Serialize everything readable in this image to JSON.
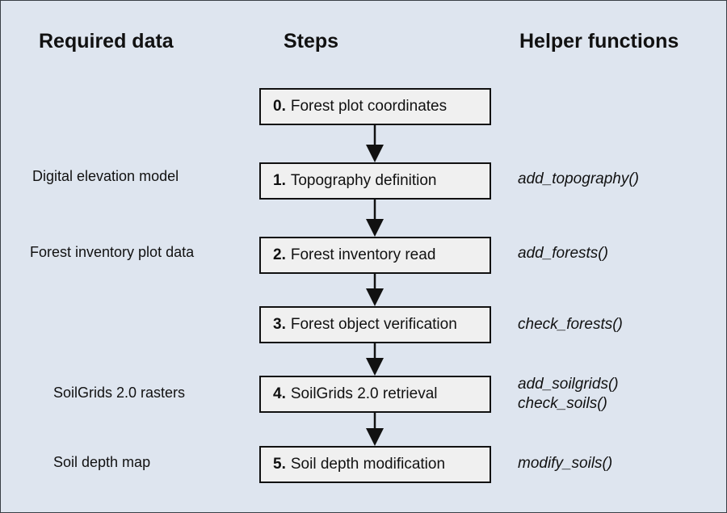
{
  "headers": {
    "required_data": "Required data",
    "steps": "Steps",
    "helper_functions": "Helper functions"
  },
  "steps": [
    {
      "num": "0.",
      "label": "Forest plot coordinates"
    },
    {
      "num": "1.",
      "label": "Topography definition"
    },
    {
      "num": "2.",
      "label": "Forest inventory read"
    },
    {
      "num": "3.",
      "label": "Forest object verification"
    },
    {
      "num": "4.",
      "label": "SoilGrids 2.0 retrieval"
    },
    {
      "num": "5.",
      "label": "Soil depth modification"
    }
  ],
  "required_data": [
    "Digital elevation model",
    "Forest inventory plot data",
    "SoilGrids 2.0 rasters",
    "Soil depth map"
  ],
  "helpers": [
    "add_topography()",
    "add_forests()",
    "check_forests()",
    "add_soilgrids()",
    "check_soils()",
    "modify_soils()"
  ],
  "colors": {
    "background": "#dee5ef",
    "box_fill": "#f0f0f0",
    "stroke": "#111111"
  }
}
